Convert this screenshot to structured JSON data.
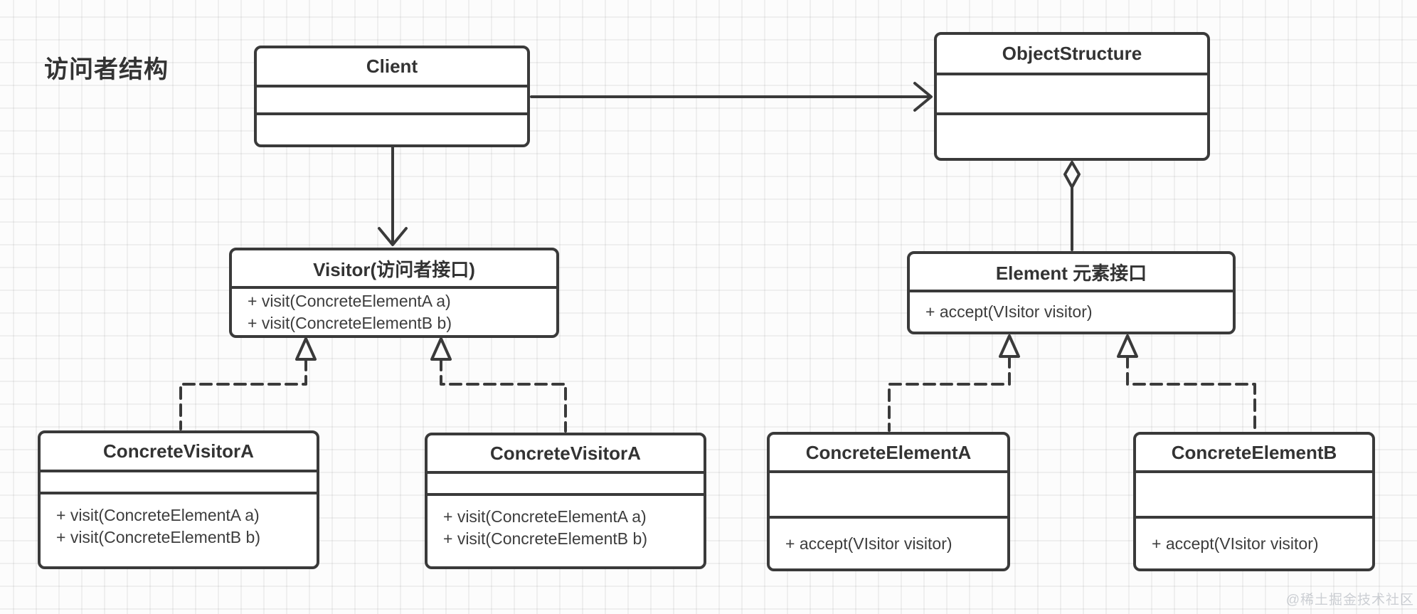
{
  "page": {
    "title": "访问者结构",
    "watermark": "@稀土掘金技术社区"
  },
  "colors": {
    "line": "#3a3a3a",
    "text": "#333333",
    "background": "#fcfcfc",
    "grid_line": "#ececec",
    "watermark": "#c9ccd3"
  },
  "classes": {
    "client": {
      "name": "Client"
    },
    "object_structure": {
      "name": "ObjectStructure"
    },
    "visitor": {
      "name": "Visitor(访问者接口)",
      "methods": [
        "+ visit(ConcreteElementA a)",
        "+ visit(ConcreteElementB b)"
      ]
    },
    "element": {
      "name": "Element 元素接口",
      "methods": [
        "+ accept(VIsitor visitor)"
      ]
    },
    "concrete_visitor_1": {
      "name": "ConcreteVisitorA",
      "methods": [
        "+ visit(ConcreteElementA a)",
        "+ visit(ConcreteElementB b)"
      ]
    },
    "concrete_visitor_2": {
      "name": "ConcreteVisitorA",
      "methods": [
        "+ visit(ConcreteElementA a)",
        "+ visit(ConcreteElementB b)"
      ]
    },
    "concrete_element_a": {
      "name": "ConcreteElementA",
      "methods": [
        "+ accept(VIsitor visitor)"
      ]
    },
    "concrete_element_b": {
      "name": "ConcreteElementB",
      "methods": [
        "+ accept(VIsitor visitor)"
      ]
    }
  },
  "relations": {
    "client_to_object_structure": "association-arrow",
    "client_to_visitor": "association-arrow",
    "object_structure_to_element": "aggregation",
    "visitors_to_visitor": "realization-dashed",
    "elements_to_element": "realization-dashed"
  }
}
